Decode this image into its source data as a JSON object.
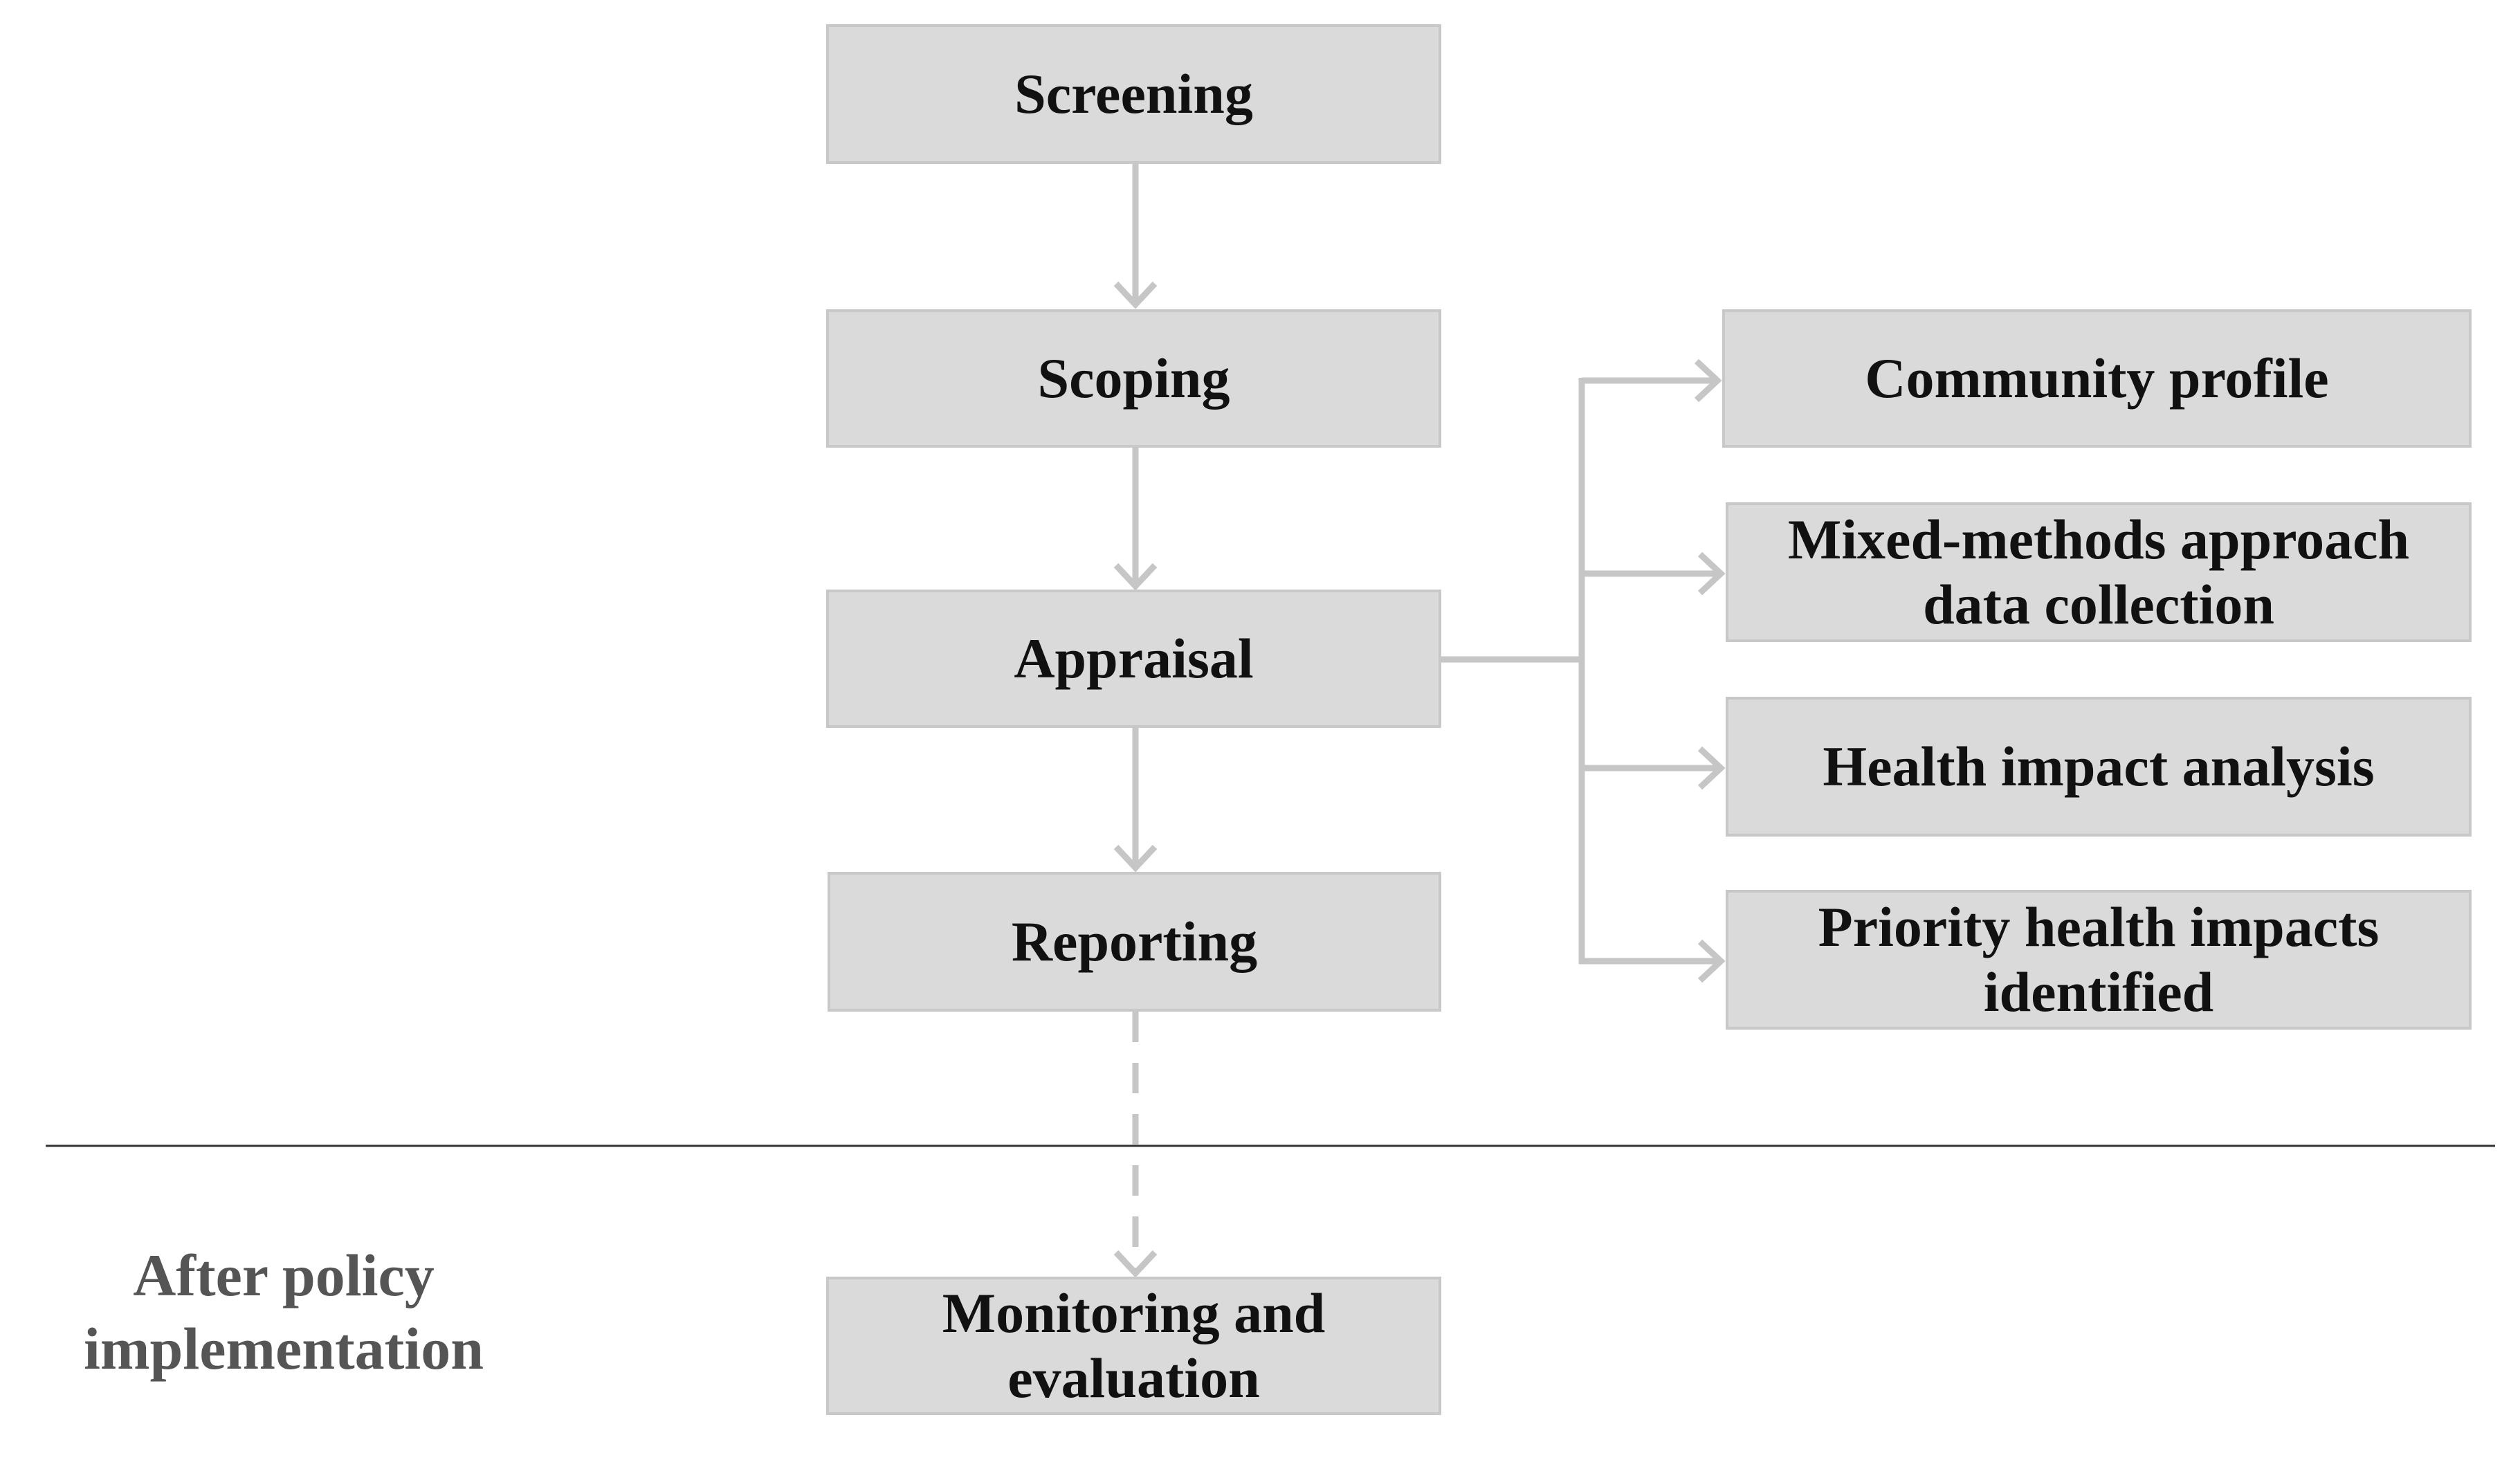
{
  "steps": {
    "screening": [
      "Screening"
    ],
    "scoping": [
      "Scoping"
    ],
    "appraisal": [
      "Appraisal"
    ],
    "reporting": [
      "Reporting"
    ],
    "monitoring": [
      "Monitoring and",
      "evaluation"
    ]
  },
  "appraisal_outputs": {
    "community_profile": [
      "Community profile"
    ],
    "mixed_methods": [
      "Mixed-methods approach",
      "data collection"
    ],
    "health_impact_analysis": [
      "Health impact analysis"
    ],
    "priority_impacts": [
      "Priority health impacts",
      "identified"
    ]
  },
  "phase_label": [
    "After policy",
    "implementation"
  ],
  "colors": {
    "box_fill": "#dadada",
    "box_border": "#c8c8c8",
    "connector": "#c6c6c6",
    "divider": "#333333",
    "label_text": "#555555",
    "box_text": "#111111"
  }
}
